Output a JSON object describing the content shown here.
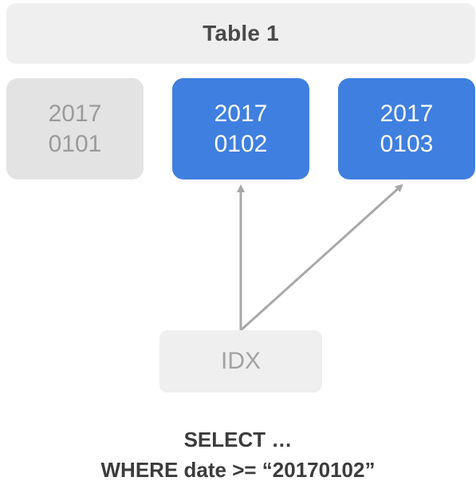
{
  "table": {
    "title": "Table 1"
  },
  "partitions": [
    {
      "line1": "2017",
      "line2": "0101",
      "state": "inactive"
    },
    {
      "line1": "2017",
      "line2": "0102",
      "state": "active"
    },
    {
      "line1": "2017",
      "line2": "0103",
      "state": "active"
    }
  ],
  "index": {
    "label": "IDX"
  },
  "query": {
    "line1": "SELECT …",
    "line2": "WHERE date >= “20170102”"
  },
  "colors": {
    "active_partition": "#3f7fe0",
    "inactive_partition": "#e3e3e3",
    "arrow": "#a8a8a8",
    "header_background": "#efefef"
  }
}
